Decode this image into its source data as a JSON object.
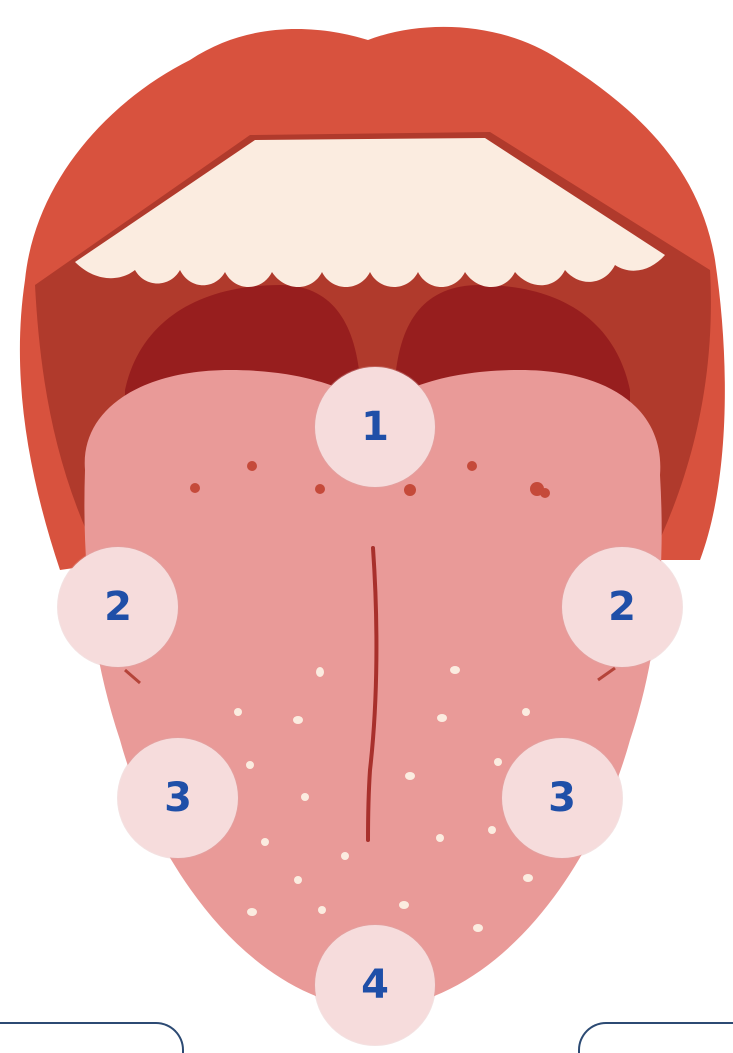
{
  "zones": [
    {
      "id": "zone-1",
      "label": "1"
    },
    {
      "id": "zone-2-left",
      "label": "2"
    },
    {
      "id": "zone-2-right",
      "label": "2"
    },
    {
      "id": "zone-3-left",
      "label": "3"
    },
    {
      "id": "zone-3-right",
      "label": "3"
    },
    {
      "id": "zone-4",
      "label": "4"
    }
  ],
  "colors": {
    "lips": "#d8523e",
    "mouth_interior": "#b03a2c",
    "throat": "#971e1e",
    "teeth": "#fbece0",
    "tongue": "#e99a98",
    "marker_fill": "#f6dcdc",
    "marker_text": "#1f4fa8",
    "callout_border": "#2c4a73"
  }
}
